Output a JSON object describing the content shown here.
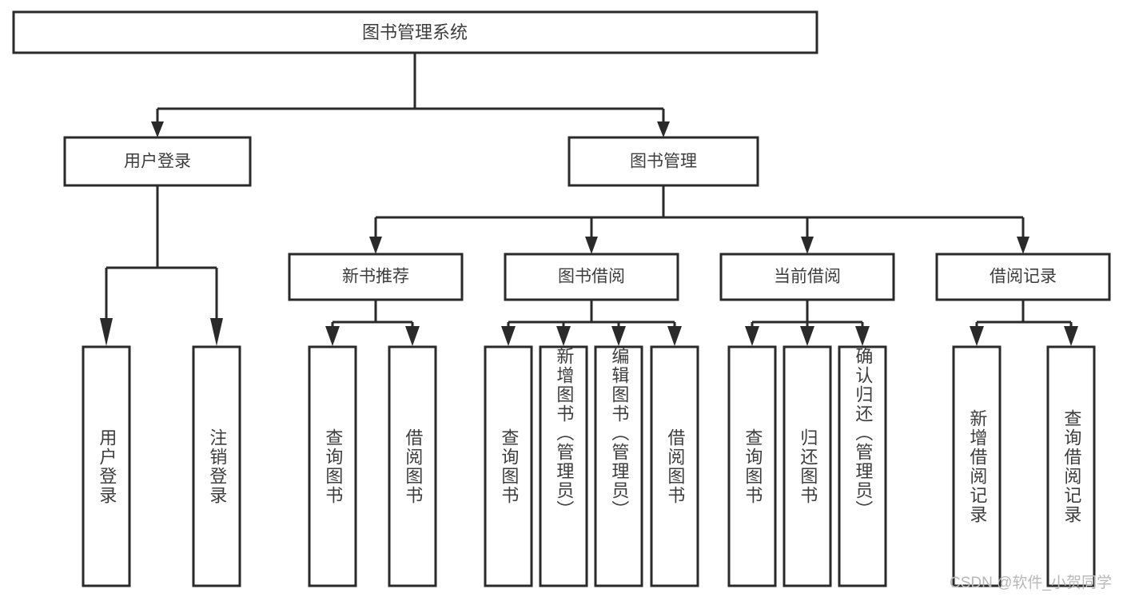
{
  "diagram": {
    "type": "tree",
    "title": "图书管理系统",
    "orientation": "top-down",
    "colors": {
      "box_stroke": "#2a2a2a",
      "box_fill": "#ffffff",
      "text": "#3d3d3d",
      "connector": "#2a2a2a",
      "watermark": "#b8b8b8",
      "background": "#ffffff"
    },
    "root": {
      "label": "图书管理系统"
    },
    "level2": [
      {
        "label": "用户登录"
      },
      {
        "label": "图书管理"
      }
    ],
    "level3": [
      {
        "label": "新书推荐"
      },
      {
        "label": "图书借阅"
      },
      {
        "label": "当前借阅"
      },
      {
        "label": "借阅记录"
      }
    ],
    "leaves": {
      "user_login": [
        {
          "label": "用户登录"
        },
        {
          "label": "注销登录"
        }
      ],
      "new_book_recommend": [
        {
          "label": "查询图书"
        },
        {
          "label": "借阅图书"
        }
      ],
      "book_borrow": [
        {
          "label": "查询图书"
        },
        {
          "label": "新增图书（管理员）"
        },
        {
          "label": "编辑图书（管理员）"
        },
        {
          "label": "借阅图书"
        }
      ],
      "current_borrow": [
        {
          "label": "查询图书"
        },
        {
          "label": "归还图书"
        },
        {
          "label": "确认归还（管理员）"
        }
      ],
      "borrow_record": [
        {
          "label": "新增借阅记录"
        },
        {
          "label": "查询借阅记录"
        }
      ]
    }
  },
  "watermark": {
    "text": "CSDN @软件_小贺同学"
  }
}
